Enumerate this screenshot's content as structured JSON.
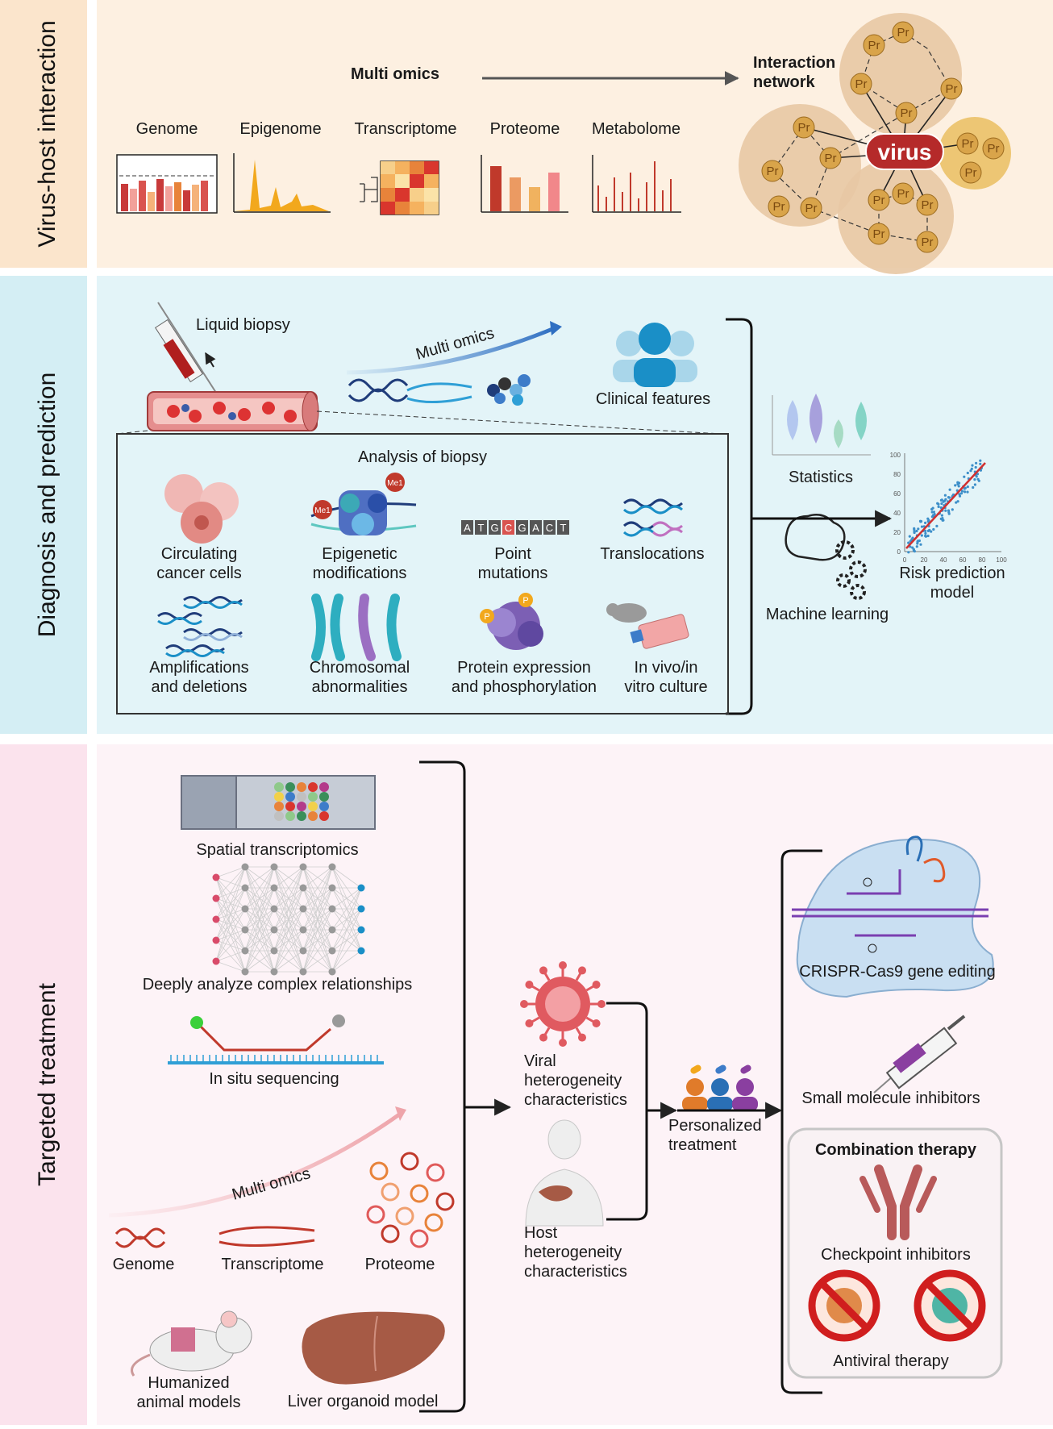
{
  "sections": {
    "virus_host": "Virus-host interaction",
    "diagnosis": "Diagnosis and prediction",
    "treatment": "Targeted treatment"
  },
  "colors": {
    "virus_bg": "#fdf0e1",
    "virus_side": "#fbe5cc",
    "diag_bg": "#e3f4f8",
    "diag_side": "#d4eef4",
    "treat_bg": "#fdf3f7",
    "treat_side": "#fbe3ed",
    "protein": "#d9a44a",
    "virus_pill": "#b52a2a"
  },
  "virus_host": {
    "multi_omics": "Multi omics",
    "omics": [
      "Genome",
      "Epigenome",
      "Transcriptome",
      "Proteome",
      "Metabolome"
    ],
    "network_title_1": "Interaction",
    "network_title_2": "network",
    "virus_label": "virus",
    "protein_label": "Pr"
  },
  "diagnosis": {
    "liquid_biopsy": "Liquid biopsy",
    "multi_omics": "Multi omics",
    "clinical_features": "Clinical features",
    "analysis_title": "Analysis of biopsy",
    "items": [
      {
        "line1": "Circulating",
        "line2": "cancer cells"
      },
      {
        "line1": "Epigenetic",
        "line2": "modifications"
      },
      {
        "line1": "Point",
        "line2": "mutations"
      },
      {
        "line1": "Translocations",
        "line2": ""
      },
      {
        "line1": "Amplifications",
        "line2": "and deletions"
      },
      {
        "line1": "Chromosomal",
        "line2": "abnormalities"
      },
      {
        "line1": "Protein expression",
        "line2": "and phosphorylation"
      },
      {
        "line1": "In vivo/in",
        "line2": "vitro culture"
      }
    ],
    "methyl_tag": "Me1",
    "sequence": [
      "A",
      "T",
      "G",
      "C",
      "G",
      "A",
      "C",
      "T"
    ],
    "phospho_tag": "P",
    "statistics": "Statistics",
    "machine_learning": "Machine learning",
    "risk_model_1": "Risk prediction",
    "risk_model_2": "model",
    "scatter_ticks_x": [
      "0",
      "20",
      "40",
      "60",
      "80",
      "100"
    ],
    "scatter_ticks_y": [
      "0",
      "20",
      "40",
      "60",
      "80",
      "100"
    ]
  },
  "treatment": {
    "spatial": "Spatial transcriptomics",
    "deep": "Deeply analyze complex relationships",
    "insitu": "In situ sequencing",
    "multi_omics": "Multi omics",
    "genome": "Genome",
    "transcriptome": "Transcriptome",
    "proteome": "Proteome",
    "animal_1": "Humanized",
    "animal_2": "animal models",
    "organoid": "Liver organoid model",
    "viral_1": "Viral",
    "viral_2": "heterogeneity",
    "viral_3": "characteristics",
    "host_1": "Host",
    "host_2": "heterogeneity",
    "host_3": "characteristics",
    "personal_1": "Personalized",
    "personal_2": "treatment",
    "crispr": "CRISPR-Cas9 gene editing",
    "small_mol": "Small molecule inhibitors",
    "combo": "Combination therapy",
    "checkpoint": "Checkpoint inhibitors",
    "antiviral": "Antiviral therapy"
  }
}
